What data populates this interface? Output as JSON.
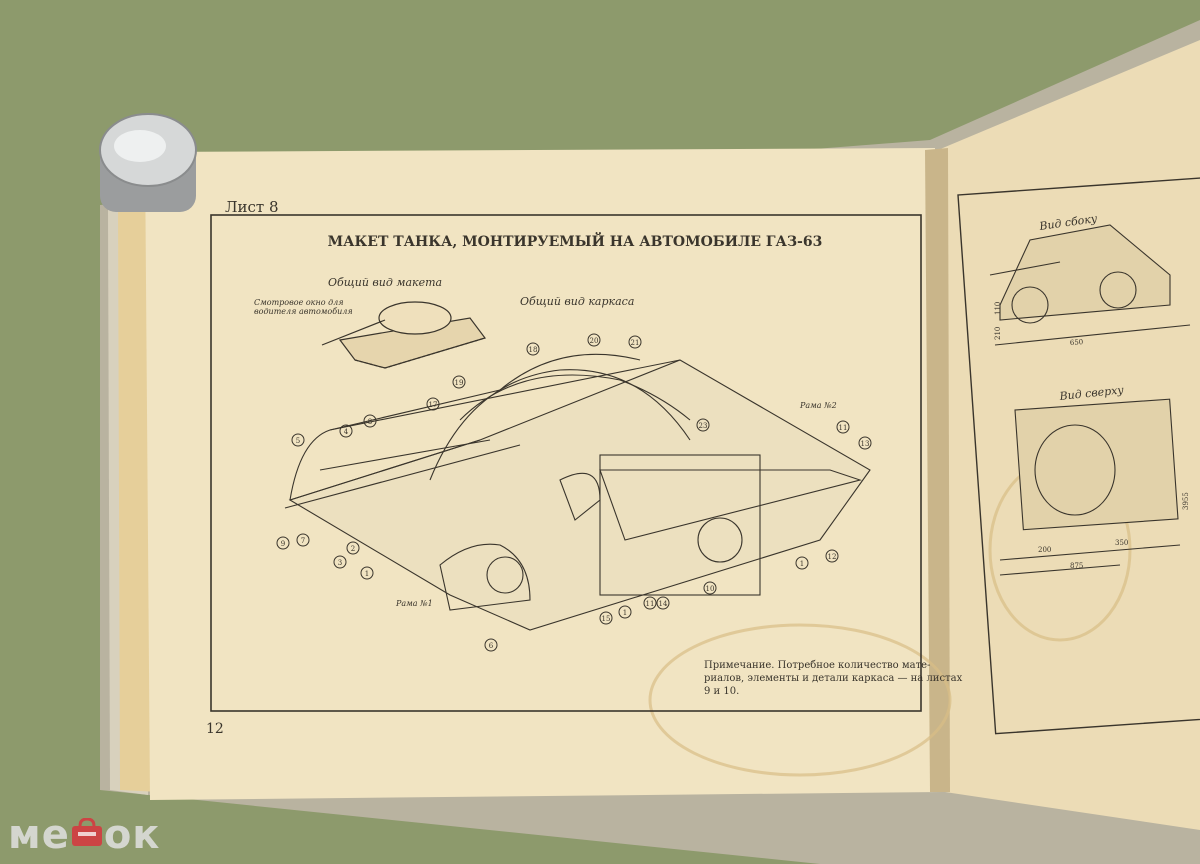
{
  "photo": {
    "background": "#8d9a6c",
    "page_color": "#f1e4c2",
    "ink": "#3a352c"
  },
  "left_page": {
    "sheet_label": "Лист 8",
    "page_number": "12",
    "title": "МАКЕТ ТАНКА, МОНТИРУЕМЫЙ НА АВТОМОБИЛЕ ГАЗ-63",
    "subheading_model": "Общий вид макета",
    "subheading_frame": "Общий вид каркаса",
    "window_note_line1": "Смотровое окно для",
    "window_note_line2": "водителя автомобиля",
    "frame1_label": "Рама №1",
    "frame2_label": "Рама №2",
    "note_lines": [
      "Примечание. Потребное количество мате-",
      "риалов, элементы и детали каркаса — на листах",
      "9 и 10."
    ],
    "callouts": [
      "18",
      "20",
      "21",
      "19",
      "17",
      "23",
      "8",
      "4",
      "5",
      "3",
      "2",
      "1",
      "9",
      "7",
      "6",
      "15",
      "1",
      "11",
      "14",
      "10",
      "1",
      "12",
      "13",
      "11"
    ]
  },
  "right_page": {
    "side_view_label": "Вид сбоку",
    "top_view_label": "Вид сверху",
    "dims": [
      "650",
      "110",
      "210",
      "200",
      "350",
      "875",
      "3955"
    ]
  },
  "watermark": {
    "text_before": "ме",
    "text_after": "ок"
  }
}
